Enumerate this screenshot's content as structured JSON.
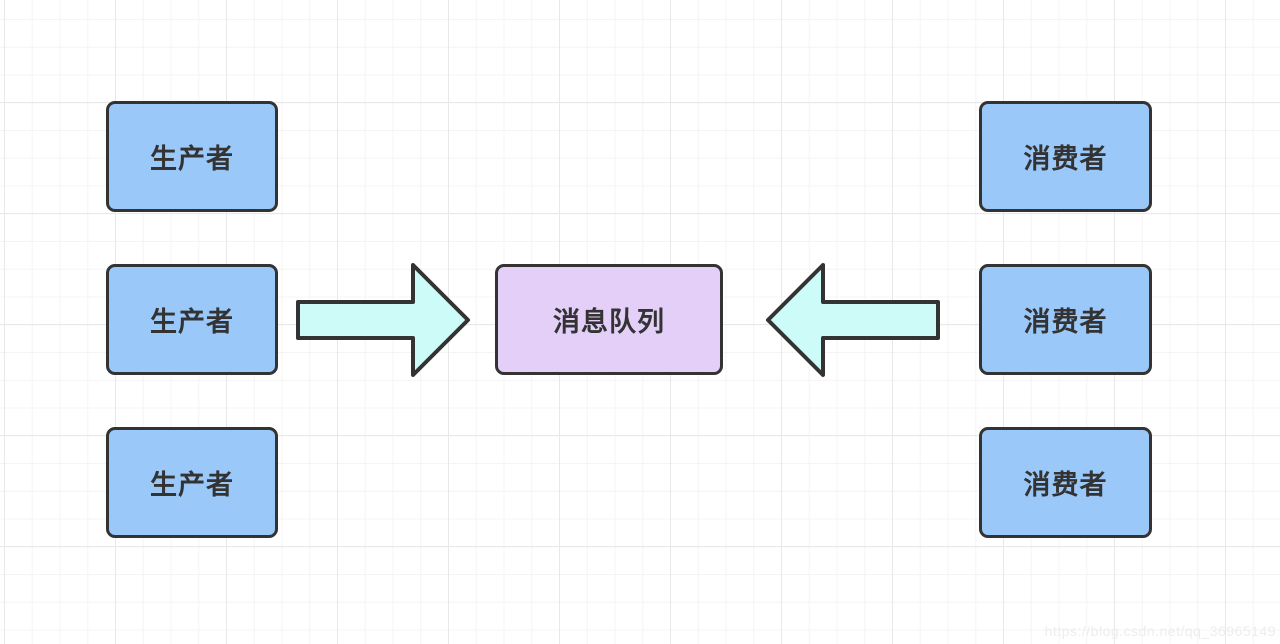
{
  "diagram": {
    "producers": [
      {
        "label": "生产者"
      },
      {
        "label": "生产者"
      },
      {
        "label": "生产者"
      }
    ],
    "queue": {
      "label": "消息队列"
    },
    "consumers": [
      {
        "label": "消费者"
      },
      {
        "label": "消费者"
      },
      {
        "label": "消费者"
      }
    ],
    "arrows": [
      {
        "name": "producers-to-queue",
        "direction": "right"
      },
      {
        "name": "consumers-to-queue",
        "direction": "left"
      }
    ],
    "colors": {
      "background": "#ffffff",
      "grid_minor": "#f4f4f4",
      "grid_major": "#e8e8e8",
      "producer_fill": "#9AC8F9",
      "consumer_fill": "#9AC8F9",
      "queue_fill": "#E3CFF8",
      "arrow_fill": "#CCFBF8",
      "node_border": "#333333",
      "text": "#333333",
      "watermark_color": "#ededed"
    }
  },
  "watermark": {
    "text": "https://blog.csdn.net/qq_36965149"
  }
}
